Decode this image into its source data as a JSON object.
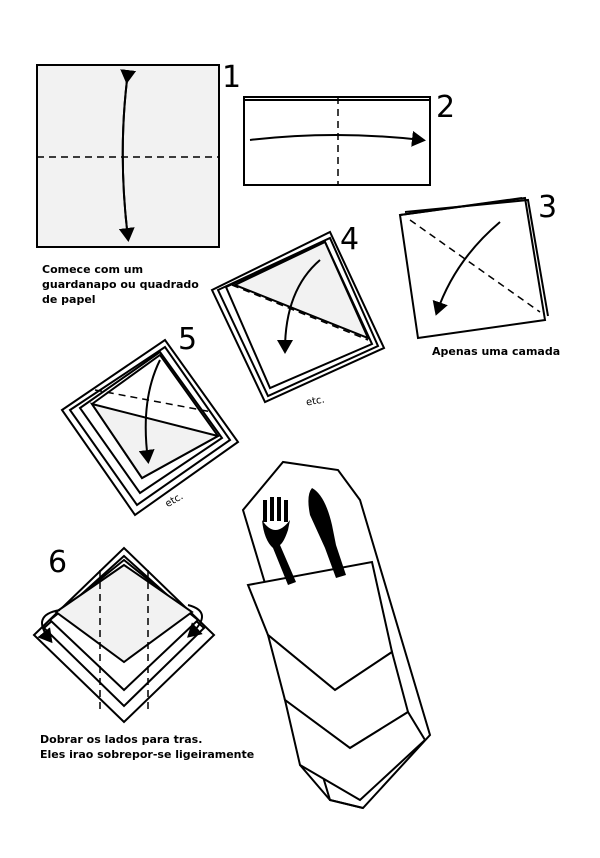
{
  "steps": [
    {
      "number": "1",
      "caption_lines": [
        "Comece com um",
        "guardanapo ou quadrado",
        "de papel"
      ]
    },
    {
      "number": "2"
    },
    {
      "number": "3",
      "caption_lines": [
        "Apenas uma camada"
      ]
    },
    {
      "number": "4",
      "note": "etc."
    },
    {
      "number": "5",
      "note": "etc."
    },
    {
      "number": "6",
      "caption_lines": [
        "Dobrar os lados para tras.",
        "Eles irao sobrepor-se ligeiramente"
      ]
    }
  ]
}
